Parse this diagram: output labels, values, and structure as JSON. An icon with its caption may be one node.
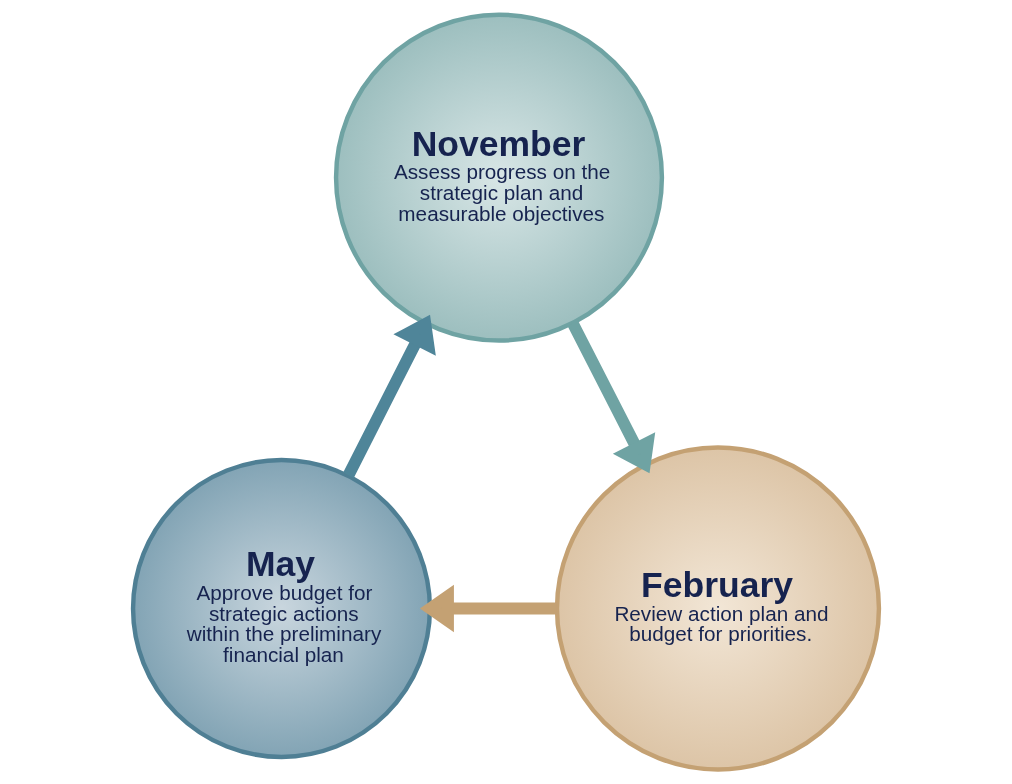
{
  "diagram": {
    "nodes": [
      {
        "text": [
          "November",
          "Assess progress on the strategic plan and measurable objectives"
        ]
      },
      {
        "text": [
          "May",
          "Approve budget for strategic actions within the preliminary financial plan"
        ]
      },
      {
        "text": [
          "February",
          "Review action plan and budget for priorities."
        ]
      }
    ],
    "edges": [
      {
        "from": 0,
        "to": 2,
        "arrow": "to",
        "color": "#6fa3a3"
      },
      {
        "from": 2,
        "to": 1,
        "arrow": "to",
        "color": "#c4a173"
      },
      {
        "from": 1,
        "to": 0,
        "arrow": "to",
        "color": "#4f8599"
      }
    ]
  }
}
